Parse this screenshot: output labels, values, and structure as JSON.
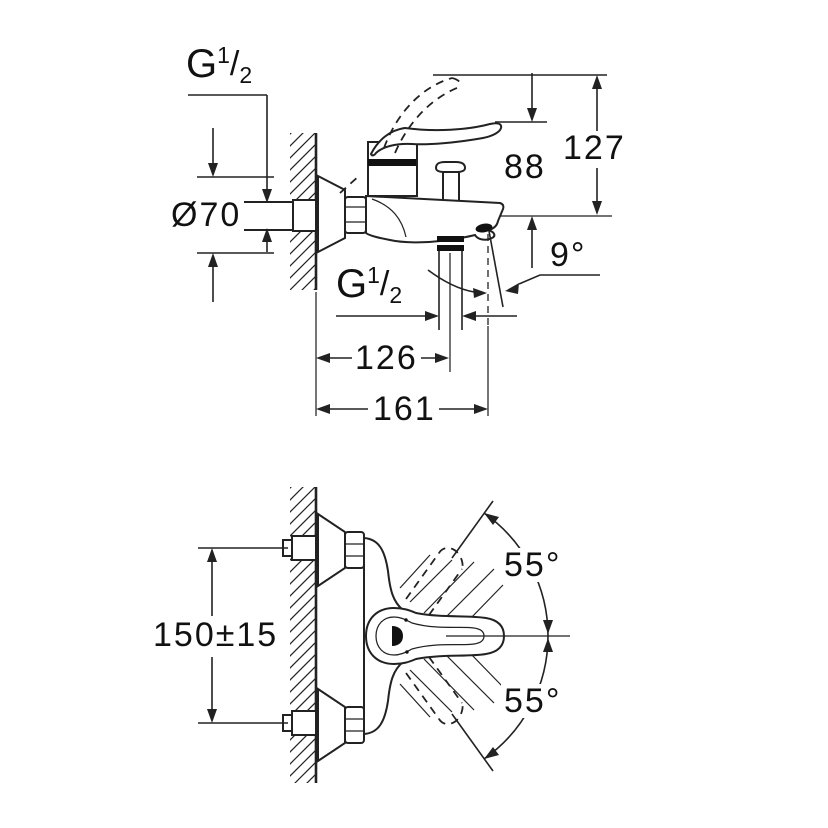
{
  "figure": {
    "background": "#ffffff",
    "line_color": "#222222"
  },
  "labels": {
    "thread_top": {
      "g": "G",
      "num": "1",
      "slash": "/",
      "den": "2"
    },
    "thread_spout": {
      "g": "G",
      "num": "1",
      "slash": "/",
      "den": "2"
    },
    "escutcheon_diameter": "Ø70",
    "spout_height": "88",
    "handle_height": "127",
    "spout_angle": "9°",
    "spout_reach": "126",
    "total_reach": "161",
    "mounting_distance": "150±15",
    "handle_swing_up": "55°",
    "handle_swing_down": "55°"
  }
}
